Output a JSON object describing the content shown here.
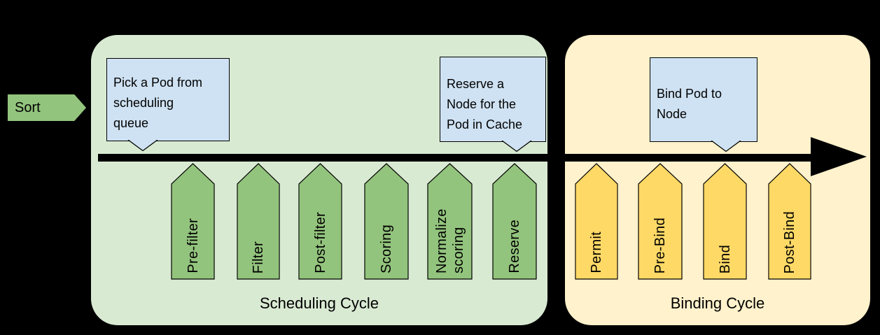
{
  "sort": {
    "label": "Sort"
  },
  "scheduling_cycle": {
    "label": "Scheduling Cycle",
    "plugins": [
      {
        "label": "Pre-filter"
      },
      {
        "label": "Filter"
      },
      {
        "label": "Post-filter"
      },
      {
        "label": "Scoring"
      },
      {
        "label": "Normalize scoring"
      },
      {
        "label": "Reserve"
      }
    ]
  },
  "binding_cycle": {
    "label": "Binding Cycle",
    "plugins": [
      {
        "label": "Permit"
      },
      {
        "label": "Pre-Bind"
      },
      {
        "label": "Bind"
      },
      {
        "label": "Post-Bind"
      }
    ]
  },
  "callouts": [
    {
      "lines": [
        "Pick a Pod from",
        "scheduling",
        "queue"
      ]
    },
    {
      "lines": [
        "Reserve a",
        "Node for the",
        "Pod in Cache"
      ]
    },
    {
      "lines": [
        "Bind Pod to",
        "Node"
      ]
    }
  ],
  "colors": {
    "background": "#000000",
    "scheduling_panel_green": "#d9ead3",
    "binding_panel_yellow": "#fff2cc",
    "plugin_green": "#93c47d",
    "plugin_yellow": "#ffd966",
    "callout_blue": "#cfe2f3",
    "timeline_black": "#000000",
    "sort_green": "#93c47d"
  }
}
